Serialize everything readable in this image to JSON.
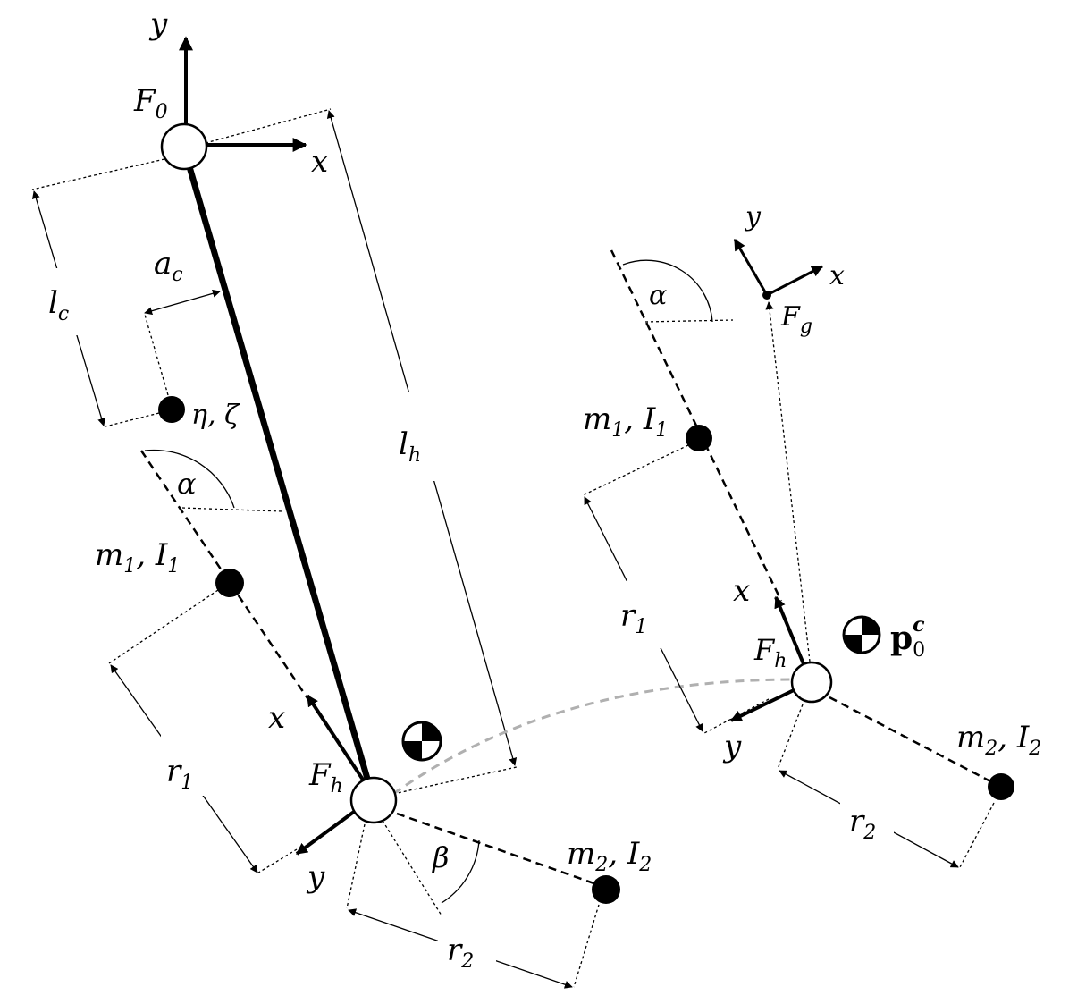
{
  "labels": {
    "left": {
      "F0": "F",
      "F0_sub": "0",
      "F0_y": "y",
      "F0_x": "x",
      "lc": "l",
      "lc_sub": "c",
      "ac": "a",
      "ac_sub": "c",
      "lh": "l",
      "lh_sub": "h",
      "eta_zeta": "η, ζ",
      "alpha": "α",
      "m1": "m",
      "m1_sub": "1",
      "I1_sep": ", I",
      "I1_sub": "1",
      "x": "x",
      "r1": "r",
      "r1_sub": "1",
      "Fh": "F",
      "Fh_sub": "h",
      "y": "y",
      "beta": "β",
      "m2": "m",
      "m2_sub": "2",
      "I2_sep": ", I",
      "I2_sub": "2",
      "r2": "r",
      "r2_sub": "2"
    },
    "right": {
      "Fg_y": "y",
      "Fg_x": "x",
      "Fg": "F",
      "Fg_sub": "g",
      "alpha": "α",
      "m1": "m",
      "m1_sub": "1",
      "I1_sep": ", I",
      "I1_sub": "1",
      "r1": "r",
      "r1_sub": "1",
      "x": "x",
      "Fh": "F",
      "Fh_sub": "h",
      "p": "p",
      "p_sub": "0",
      "p_sup": "c",
      "y": "y",
      "m2": "m",
      "m2_sub": "2",
      "I2_sep": ", I",
      "I2_sub": "2",
      "r2": "r",
      "r2_sub": "2"
    }
  },
  "colors": {
    "ink": "#000000",
    "trajectory": "#b0b0b0",
    "background": "#ffffff"
  }
}
